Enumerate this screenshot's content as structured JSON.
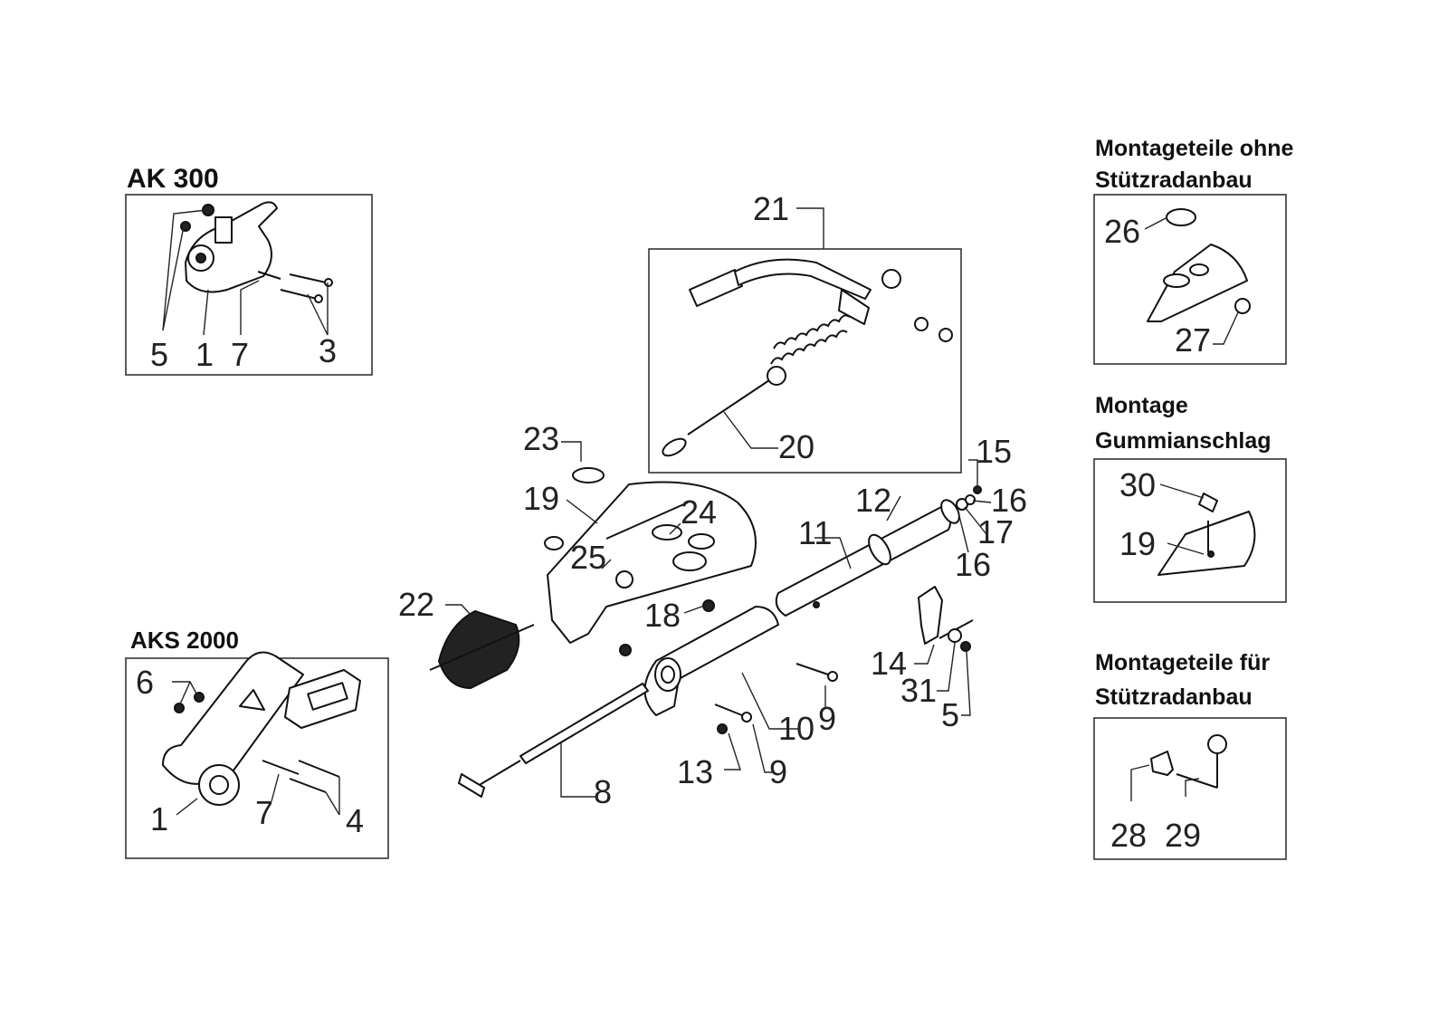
{
  "titles": {
    "ak300": "AK 300",
    "aks2000": "AKS 2000",
    "montage_ohne_1": "Montageteile ohne",
    "montage_ohne_2": "Stützradanbau",
    "montage_gummi_1": "Montage",
    "montage_gummi_2": "Gummianschlag",
    "montage_fuer_1": "Montageteile für",
    "montage_fuer_2": "Stützradanbau"
  },
  "labels": {
    "ak300": [
      "5",
      "1",
      "7",
      "3"
    ],
    "aks2000": [
      "6",
      "1",
      "7",
      "4"
    ],
    "main": [
      "21",
      "20",
      "23",
      "19",
      "24",
      "25",
      "22",
      "18",
      "12",
      "11",
      "15",
      "16",
      "17",
      "16",
      "14",
      "31",
      "5",
      "10",
      "9",
      "9",
      "13",
      "8"
    ],
    "ohne": [
      "26",
      "27"
    ],
    "gummi": [
      "30",
      "19"
    ],
    "fuer": [
      "28",
      "29"
    ]
  },
  "colors": {
    "ink": "#111111",
    "background": "#ffffff"
  }
}
